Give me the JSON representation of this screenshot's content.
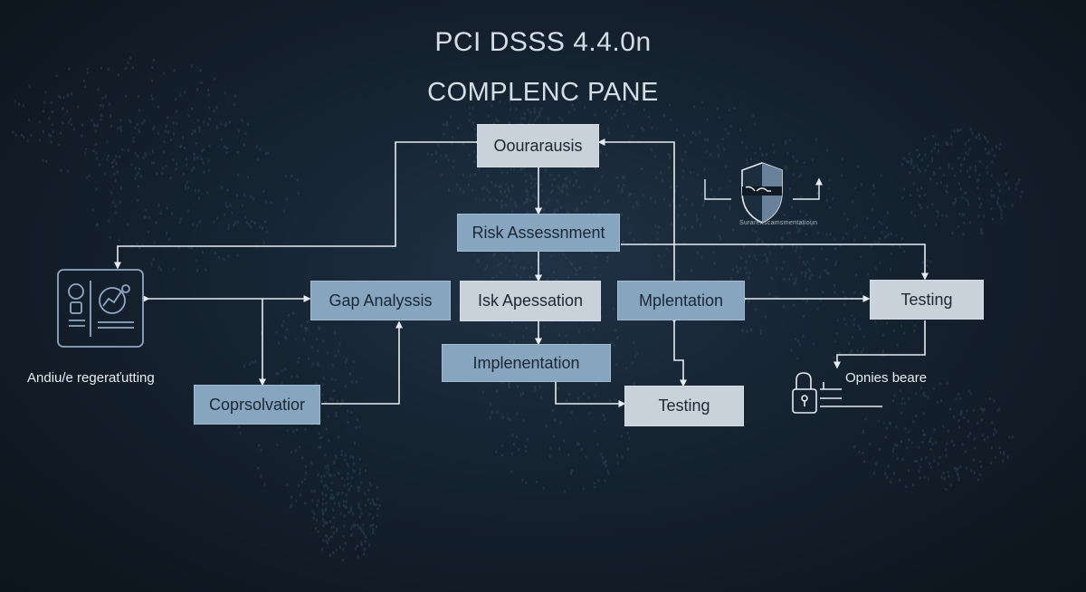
{
  "header": {
    "title": "PCI DSSS 4.4.0n",
    "subtitle": "COMPLENC PANE"
  },
  "nodes": {
    "top": "Oourarausis",
    "risk_assessment": "Risk Assessnment",
    "gap_analysis": "Gap Analyssis",
    "isk_apessation": "Isk Apessation",
    "mplentation": "Mplentation",
    "testing_right": "Testing",
    "implementation": "Implenentation",
    "testing_bottom": "Testing",
    "corpsolvation": "Coprsolvatior"
  },
  "labels": {
    "left_caption": "Andiu/e regeraťutting",
    "right_caption": "Opnies beare",
    "shield_caption": "Surarenscamsmentatioun"
  },
  "colors": {
    "background": "#15222f",
    "box_gray": "#c9d2da",
    "box_blue": "#86a6c0",
    "connector": "#e6ecf1",
    "icon_stroke": "#8fa9c2"
  },
  "icons": [
    "dashboard-panel-icon",
    "shield-icon",
    "padlock-icon"
  ]
}
